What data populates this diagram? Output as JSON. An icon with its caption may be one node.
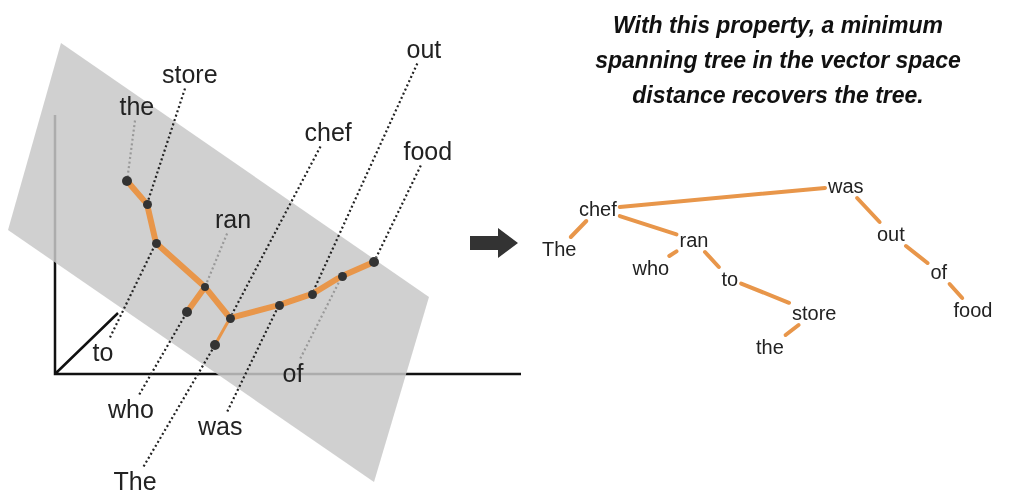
{
  "diagram": {
    "title": "With this property, a minimum spanning tree in the vector space distance recovers the tree.",
    "nodes": [
      {
        "text": [
          "out"
        ]
      },
      {
        "text": [
          "store"
        ]
      },
      {
        "text": [
          "the"
        ]
      },
      {
        "text": [
          "chef"
        ]
      },
      {
        "text": [
          "food"
        ]
      },
      {
        "text": [
          "ran"
        ]
      },
      {
        "text": [
          "to"
        ]
      },
      {
        "text": [
          "of"
        ]
      },
      {
        "text": [
          "who"
        ]
      },
      {
        "text": [
          "was"
        ]
      },
      {
        "text": [
          "The"
        ]
      },
      {
        "text": [],
        "shape": "circle"
      },
      {
        "text": [],
        "shape": "circle"
      },
      {
        "text": [],
        "shape": "circle"
      },
      {
        "text": [],
        "shape": "circle"
      },
      {
        "text": [],
        "shape": "circle"
      },
      {
        "text": [],
        "shape": "circle"
      },
      {
        "text": [],
        "shape": "circle"
      },
      {
        "text": [],
        "shape": "circle"
      },
      {
        "text": [],
        "shape": "circle"
      },
      {
        "text": [],
        "shape": "circle"
      },
      {
        "text": [],
        "shape": "circle"
      },
      {
        "text": [
          "was"
        ]
      },
      {
        "text": [
          "chef"
        ]
      },
      {
        "text": [
          "The"
        ]
      },
      {
        "text": [
          "ran"
        ]
      },
      {
        "text": [
          "out"
        ]
      },
      {
        "text": [
          "who"
        ]
      },
      {
        "text": [
          "to"
        ]
      },
      {
        "text": [
          "of"
        ]
      },
      {
        "text": [
          "store"
        ]
      },
      {
        "text": [
          "food"
        ]
      },
      {
        "text": [
          "the"
        ]
      }
    ],
    "edges": [
      {
        "from": 2,
        "to": 11,
        "arrow": "none",
        "style": "dashed",
        "color": "#999999"
      },
      {
        "from": 1,
        "to": 12,
        "arrow": "none",
        "style": "dashed",
        "color": "#222222"
      },
      {
        "from": 6,
        "to": 13,
        "arrow": "none",
        "style": "dashed",
        "color": "#222222"
      },
      {
        "from": 8,
        "to": 14,
        "arrow": "none",
        "style": "dashed",
        "color": "#222222"
      },
      {
        "from": 5,
        "to": 15,
        "arrow": "none",
        "style": "dashed",
        "color": "#999999"
      },
      {
        "from": 10,
        "to": 16,
        "arrow": "none",
        "style": "dashed",
        "color": "#222222"
      },
      {
        "from": 3,
        "to": 17,
        "arrow": "none",
        "style": "dashed",
        "color": "#222222"
      },
      {
        "from": 9,
        "to": 18,
        "arrow": "none",
        "style": "dashed",
        "color": "#222222"
      },
      {
        "from": 0,
        "to": 19,
        "arrow": "none",
        "style": "dashed",
        "color": "#222222"
      },
      {
        "from": 7,
        "to": 20,
        "arrow": "none",
        "style": "dashed",
        "color": "#999999"
      },
      {
        "from": 4,
        "to": 21,
        "arrow": "none",
        "style": "dashed",
        "color": "#222222"
      },
      {
        "from": 11,
        "to": 12,
        "arrow": "none"
      },
      {
        "from": 12,
        "to": 13,
        "arrow": "none"
      },
      {
        "from": 13,
        "to": 15,
        "arrow": "none"
      },
      {
        "from": 15,
        "to": 14,
        "arrow": "none"
      },
      {
        "from": 15,
        "to": 17,
        "arrow": "none"
      },
      {
        "from": 17,
        "to": 16,
        "arrow": "none"
      },
      {
        "from": 17,
        "to": 18,
        "arrow": "none"
      },
      {
        "from": 18,
        "to": 19,
        "arrow": "none"
      },
      {
        "from": 19,
        "to": 20,
        "arrow": "none"
      },
      {
        "from": 20,
        "to": 21,
        "arrow": "none"
      },
      {
        "from": 23,
        "to": 24,
        "arrow": "none"
      },
      {
        "from": 23,
        "to": 22,
        "arrow": "none"
      },
      {
        "from": 23,
        "to": 25,
        "arrow": "none"
      },
      {
        "from": 25,
        "to": 27,
        "arrow": "none"
      },
      {
        "from": 25,
        "to": 28,
        "arrow": "none"
      },
      {
        "from": 28,
        "to": 30,
        "arrow": "none"
      },
      {
        "from": 30,
        "to": 32,
        "arrow": "none"
      },
      {
        "from": 22,
        "to": 26,
        "arrow": "none"
      },
      {
        "from": 26,
        "to": 29,
        "arrow": "none"
      },
      {
        "from": 29,
        "to": 31,
        "arrow": "none"
      }
    ]
  }
}
